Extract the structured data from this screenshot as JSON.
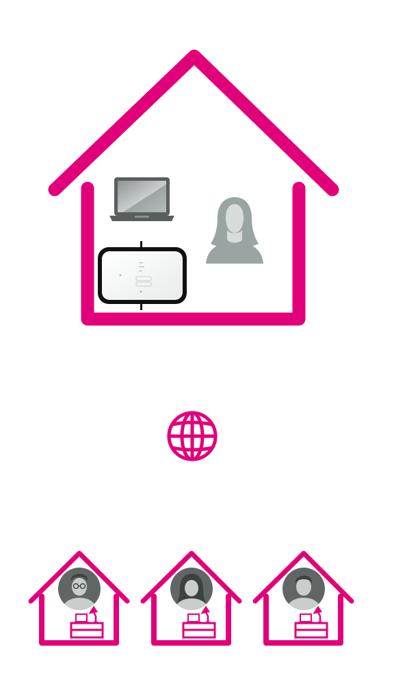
{
  "colors": {
    "brand": "#e2007a",
    "person_grey": "#9aa5a3",
    "person_dark": "#5f6664",
    "device_frame": "#111111",
    "laptop_body": "#5a5f5e"
  },
  "scene": {
    "main_house": {
      "icons": [
        "house-outline-icon",
        "laptop-icon",
        "router-device-icon",
        "woman-silhouette-icon"
      ]
    },
    "network": {
      "icon": "globe-icon"
    },
    "remote_houses": [
      {
        "person": "man-with-glasses",
        "icons": [
          "small-house-icon",
          "desk-icon",
          "desk-lamp-icon",
          "small-laptop-icon"
        ]
      },
      {
        "person": "woman",
        "icons": [
          "small-house-icon",
          "desk-icon",
          "desk-lamp-icon",
          "small-laptop-icon"
        ]
      },
      {
        "person": "man",
        "icons": [
          "small-house-icon",
          "desk-icon",
          "desk-lamp-icon",
          "small-laptop-icon"
        ]
      }
    ]
  }
}
